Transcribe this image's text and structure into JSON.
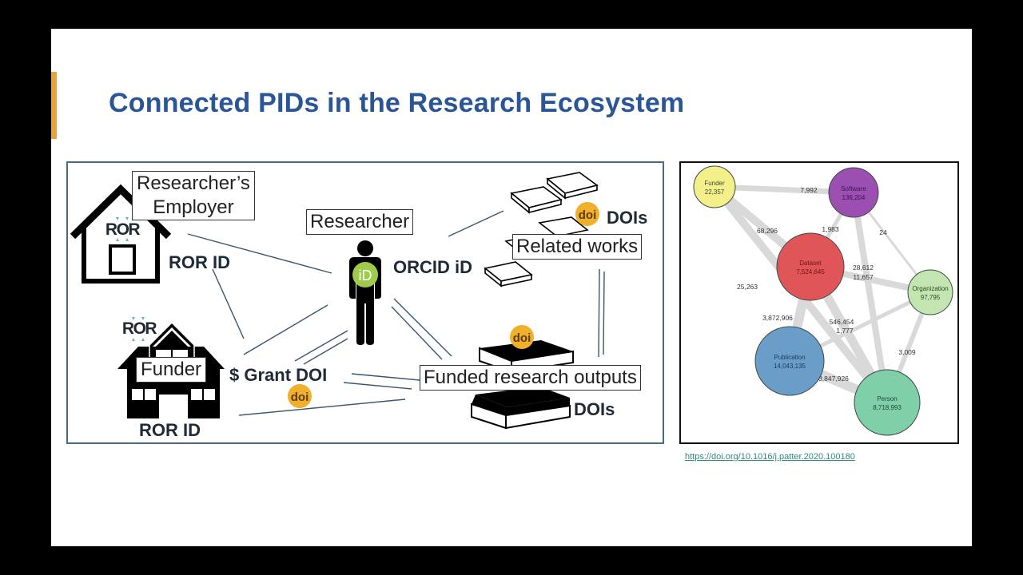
{
  "slide": {
    "title": "Connected PIDs in the Research Ecosystem",
    "accent_color": "#e8a33d",
    "title_color": "#2a5597"
  },
  "left_diagram": {
    "labels": {
      "employer": [
        "Researcher’s",
        "Employer"
      ],
      "employer_ror_id": "ROR ID",
      "researcher": "Researcher",
      "orcid": "ORCID iD",
      "orcid_badge": "iD",
      "related_works": "Related works",
      "related_dois": "DOIs",
      "funder": "Funder",
      "grant_doi": "$ Grant DOI",
      "funded_outputs": "Funded research outputs",
      "outputs_dois": "DOIs",
      "funder_ror_id": "ROR ID",
      "ror_logo": "ROR",
      "doi_badge": "doi"
    },
    "icons": [
      "house-icon",
      "funder-building-icon",
      "person-icon",
      "orcid-icon",
      "ror-logo-icon",
      "doi-icon",
      "books-icon"
    ]
  },
  "network": {
    "nodes": [
      {
        "id": "funder",
        "label": "Funder",
        "count": "22,357",
        "color": "#f3f08a"
      },
      {
        "id": "software",
        "label": "Software",
        "count": "136,204",
        "color": "#9b4fb0"
      },
      {
        "id": "dataset",
        "label": "Dataset",
        "count": "7,524,645",
        "color": "#e05558"
      },
      {
        "id": "organization",
        "label": "Organization",
        "count": "97,795",
        "color": "#c3e6b0"
      },
      {
        "id": "publication",
        "label": "Publication",
        "count": "14,043,135",
        "color": "#6a9dc8"
      },
      {
        "id": "person",
        "label": "Person",
        "count": "8,718,993",
        "color": "#7fcfa8"
      }
    ],
    "edges": [
      {
        "from": "funder",
        "to": "software",
        "label": "7,992"
      },
      {
        "from": "funder",
        "to": "dataset",
        "label": "68,296"
      },
      {
        "from": "funder",
        "to": "person",
        "label": "25,263"
      },
      {
        "from": "software",
        "to": "dataset",
        "label": "1,983"
      },
      {
        "from": "software",
        "to": "organization",
        "label": "24"
      },
      {
        "from": "software",
        "to": "person",
        "label": ""
      },
      {
        "from": "dataset",
        "to": "organization",
        "label": "28,612"
      },
      {
        "from": "dataset",
        "to": "publication",
        "label": "3,872,906"
      },
      {
        "from": "dataset",
        "to": "person",
        "label": "546,454"
      },
      {
        "from": "publication",
        "to": "organization",
        "label": "1,777"
      },
      {
        "from": "organization",
        "to": "person",
        "label": "3,009"
      },
      {
        "from": "publication",
        "to": "person",
        "label": "3,847,926"
      },
      {
        "from": "dataset",
        "to": "organization",
        "label": "11,657"
      }
    ]
  },
  "source": {
    "link_text": "https://doi.org/10.1016/j.patter.2020.100180"
  }
}
